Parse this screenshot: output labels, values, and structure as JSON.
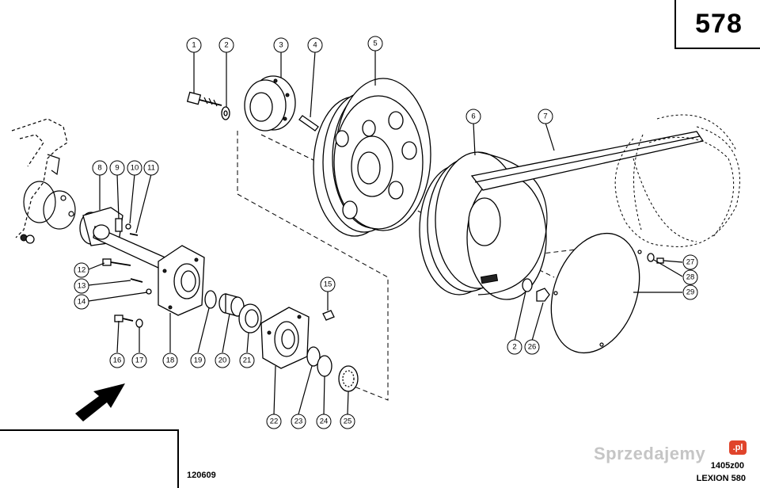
{
  "page_number": "578",
  "reference_code": "120609",
  "document_code": "1405z00",
  "model": "LEXION 580",
  "watermark": "Sprzedajemy",
  "watermark_badge": ".pl",
  "callouts": [
    {
      "id": "c1",
      "label": "1"
    },
    {
      "id": "c2",
      "label": "2"
    },
    {
      "id": "c3",
      "label": "3"
    },
    {
      "id": "c4",
      "label": "4"
    },
    {
      "id": "c5",
      "label": "5"
    },
    {
      "id": "c6",
      "label": "6"
    },
    {
      "id": "c7",
      "label": "7"
    },
    {
      "id": "c8",
      "label": "8"
    },
    {
      "id": "c9",
      "label": "9"
    },
    {
      "id": "c10",
      "label": "10"
    },
    {
      "id": "c11",
      "label": "11"
    },
    {
      "id": "c12",
      "label": "12"
    },
    {
      "id": "c13",
      "label": "13"
    },
    {
      "id": "c14",
      "label": "14"
    },
    {
      "id": "c15",
      "label": "15"
    },
    {
      "id": "c16",
      "label": "16"
    },
    {
      "id": "c17",
      "label": "17"
    },
    {
      "id": "c18",
      "label": "18"
    },
    {
      "id": "c19",
      "label": "19"
    },
    {
      "id": "c20",
      "label": "20"
    },
    {
      "id": "c21",
      "label": "21"
    },
    {
      "id": "c22",
      "label": "22"
    },
    {
      "id": "c23",
      "label": "23"
    },
    {
      "id": "c24",
      "label": "24"
    },
    {
      "id": "c25",
      "label": "25"
    },
    {
      "id": "c2b",
      "label": "2"
    },
    {
      "id": "c26",
      "label": "26"
    },
    {
      "id": "c27",
      "label": "27"
    },
    {
      "id": "c28",
      "label": "28"
    },
    {
      "id": "c29",
      "label": "29"
    }
  ]
}
